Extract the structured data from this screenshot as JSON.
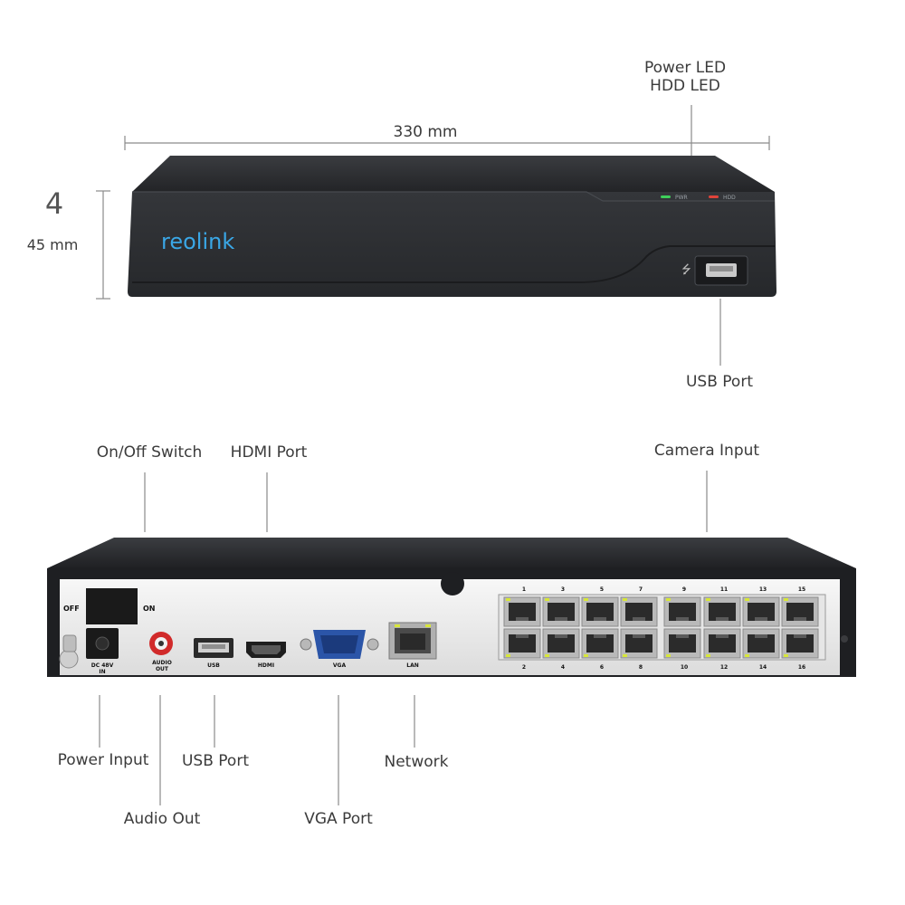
{
  "front": {
    "brand": "reolink",
    "width_label": "330 mm",
    "height_glyph": "4",
    "height_label": "45 mm",
    "power_led_label": "Power LED",
    "hdd_led_label": "HDD LED",
    "pwr_indicator": "PWR",
    "hdd_indicator": "HDD",
    "usb_label": "USB Port"
  },
  "back": {
    "callouts": {
      "on_off": "On/Off Switch",
      "hdmi": "HDMI Port",
      "camera": "Camera Input",
      "power": "Power Input",
      "audio": "Audio Out",
      "usb": "USB Port",
      "vga": "VGA Port",
      "network": "Network"
    },
    "panel": {
      "off": "OFF",
      "on": "ON",
      "dc_line1": "DC 48V",
      "dc_line2": "IN",
      "audio_line1": "AUDIO",
      "audio_line2": "OUT",
      "usb": "USB",
      "hdmi": "HDMI",
      "vga": "VGA",
      "lan": "LAN"
    },
    "port_numbers_top": [
      "1",
      "3",
      "5",
      "7",
      "9",
      "11",
      "13",
      "15"
    ],
    "port_numbers_bottom": [
      "2",
      "4",
      "6",
      "8",
      "10",
      "12",
      "14",
      "16"
    ]
  },
  "colors": {
    "chassis": "#2c2e31",
    "panel": "#f2f2f2",
    "brand_blue": "#3aa7e6",
    "pwr_led": "#3ecf5a",
    "hdd_led": "#e0433a",
    "port_led": "#d7e63a"
  }
}
